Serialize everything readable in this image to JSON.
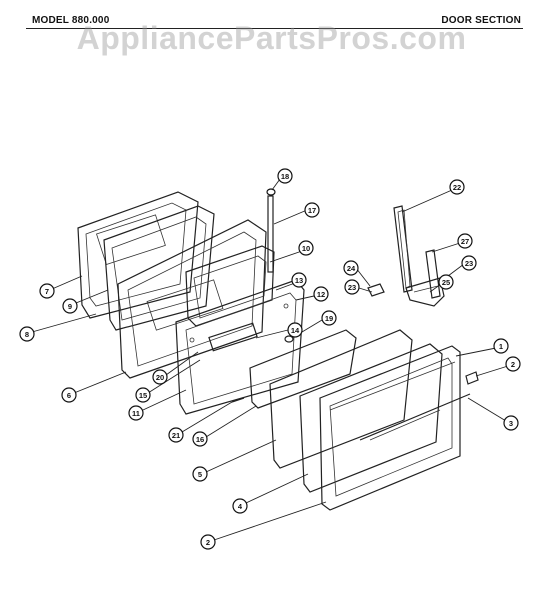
{
  "header": {
    "model": "MODEL 880.000",
    "section": "DOOR SECTION"
  },
  "watermark": "AppliancePartsPros.com",
  "callouts": [
    "18",
    "17",
    "10",
    "13",
    "12",
    "19",
    "14",
    "7",
    "9",
    "8",
    "6",
    "15",
    "11",
    "20",
    "21",
    "16",
    "5",
    "4",
    "2",
    "1",
    "2",
    "3",
    "22",
    "27",
    "24",
    "23",
    "25",
    "23"
  ]
}
